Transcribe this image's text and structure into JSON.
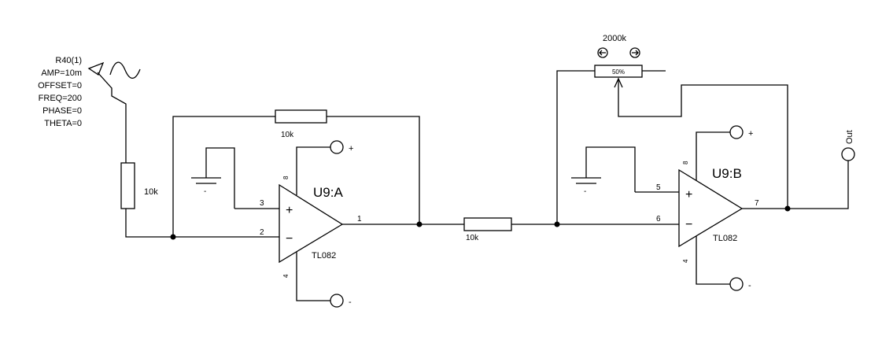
{
  "source": {
    "lines": [
      "R40(1)",
      "AMP=10m",
      "OFFSET=0",
      "FREQ=200",
      "PHASE=0",
      "THETA=0"
    ]
  },
  "resistors": {
    "input": "10k",
    "feedback": "10k",
    "series": "10k"
  },
  "pot": {
    "value": "2000k",
    "wiper": "50%",
    "dec_icon": "arrow-left-icon",
    "inc_icon": "arrow-right-icon"
  },
  "opamp_a": {
    "ref": "U9:A",
    "part": "TL082",
    "pin_noninv": "3",
    "pin_inv": "2",
    "pin_out": "1",
    "pin_vpos": "8",
    "pin_vneg": "4"
  },
  "opamp_b": {
    "ref": "U9:B",
    "part": "TL082",
    "pin_noninv": "5",
    "pin_inv": "6",
    "pin_out": "7",
    "pin_vpos": "8",
    "pin_vneg": "4"
  },
  "supply": {
    "pos": "+",
    "neg": "-"
  },
  "ground": {
    "mark": "-"
  },
  "output": {
    "label": "Out"
  },
  "colors": {
    "ink": "#000000",
    "paper": "#ffffff"
  }
}
